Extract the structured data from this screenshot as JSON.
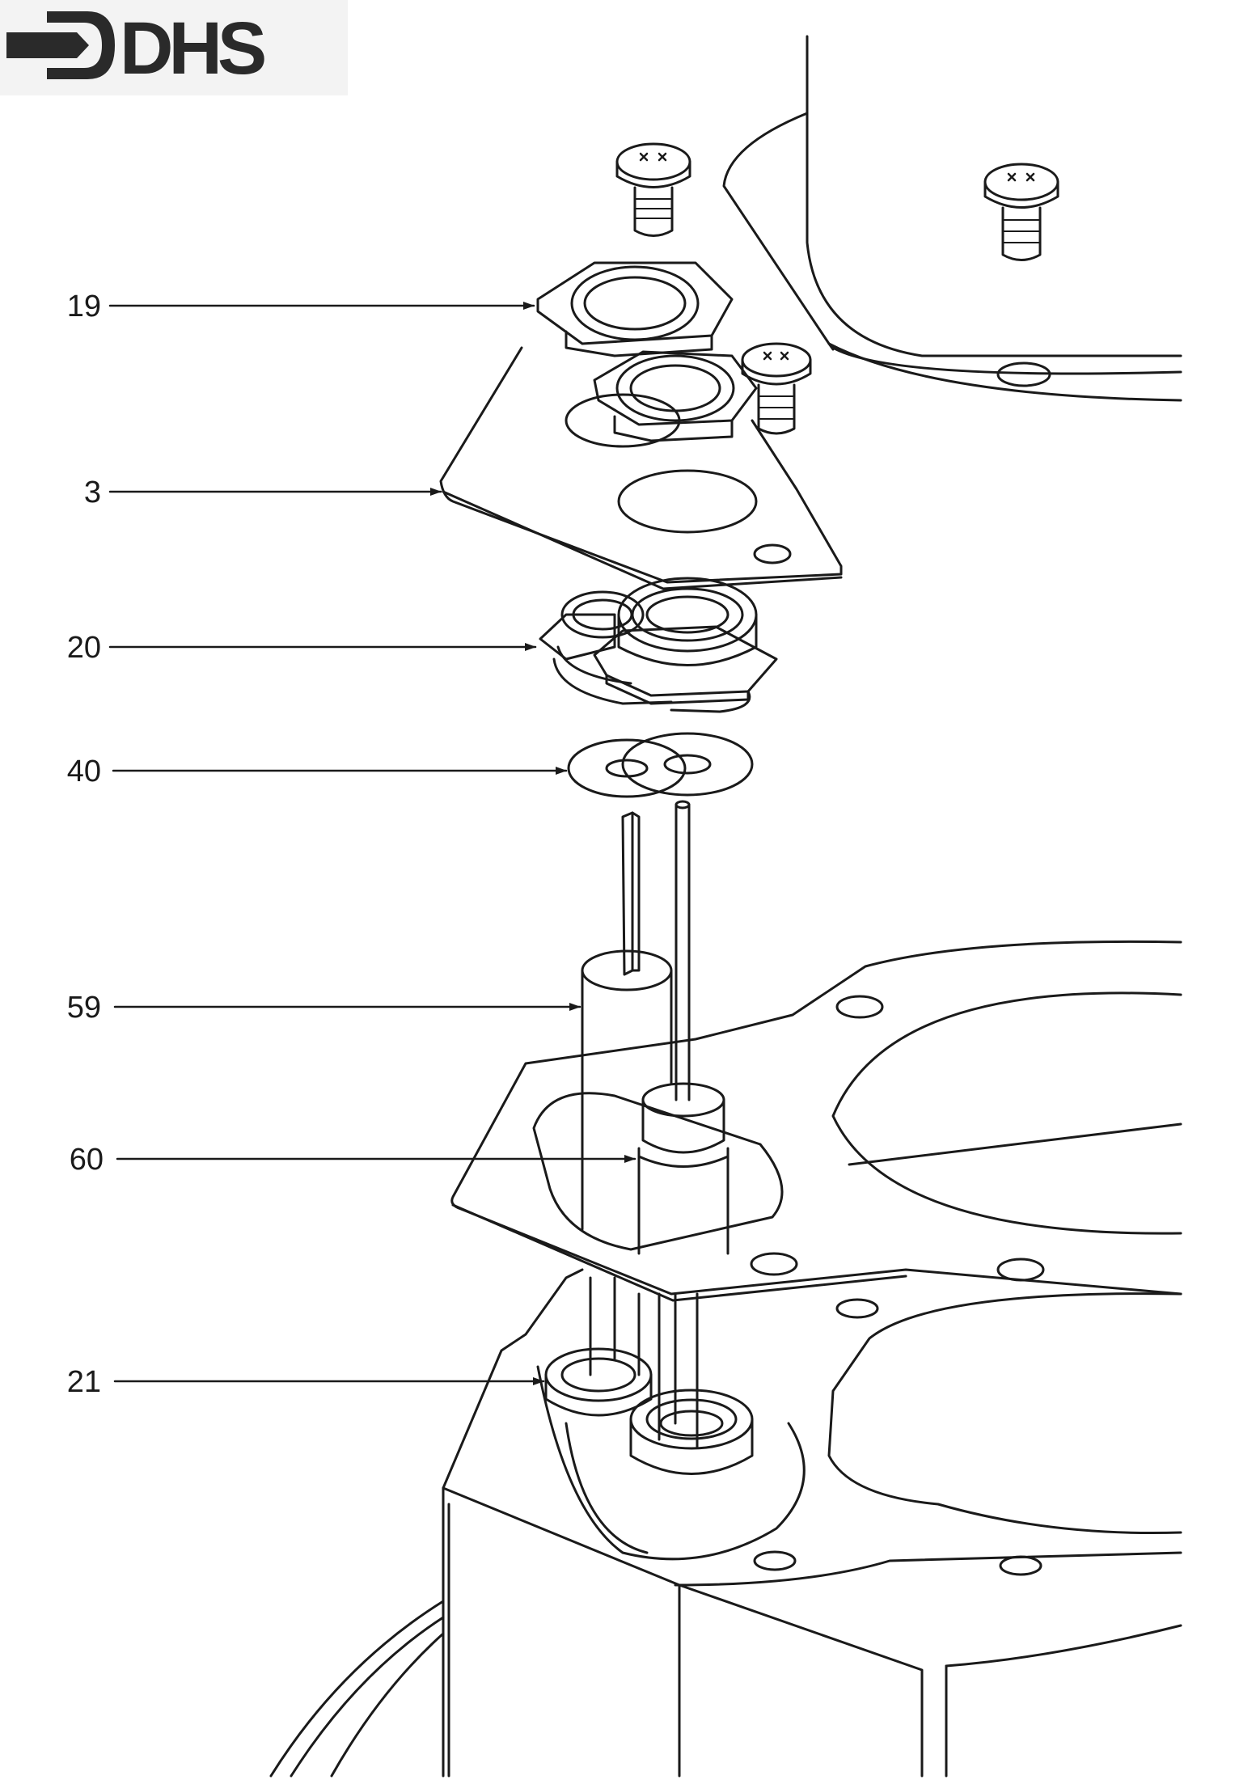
{
  "logo": {
    "text": "DHS",
    "name": "dhs-logo"
  },
  "callouts": [
    {
      "id": "c19",
      "label": "19",
      "part": "hex-nut"
    },
    {
      "id": "c3",
      "label": "3",
      "part": "mounting-plate"
    },
    {
      "id": "c20",
      "label": "20",
      "part": "bushing-nuts"
    },
    {
      "id": "c40",
      "label": "40",
      "part": "washers"
    },
    {
      "id": "c59",
      "label": "59",
      "part": "electrode"
    },
    {
      "id": "c60",
      "label": "60",
      "part": "insulator"
    },
    {
      "id": "c21",
      "label": "21",
      "part": "grommets"
    }
  ],
  "colors": {
    "line": "#1a1a1a",
    "paper": "#ffffff",
    "logo_bg": "#f3f3f3",
    "logo_ink": "#2a2a2a"
  }
}
